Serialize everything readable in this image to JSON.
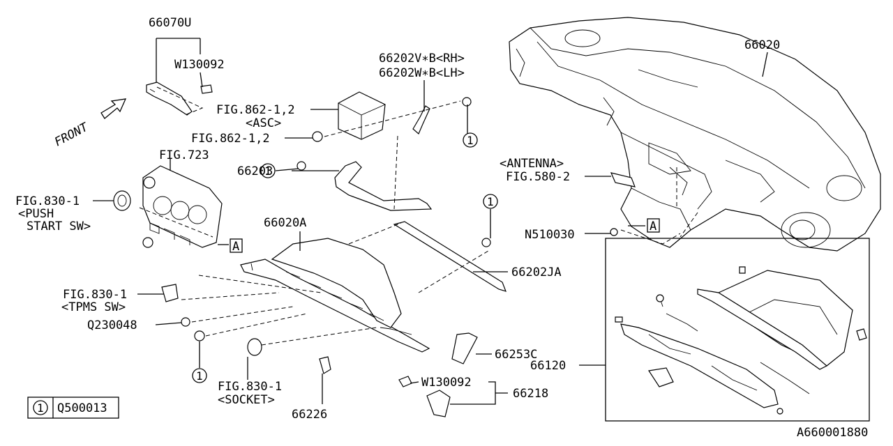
{
  "figure_id": "A660001880",
  "front_label": "FRONT",
  "legend": {
    "symbol": "1",
    "part": "Q500013"
  },
  "callouts": {
    "p66070U": "66070U",
    "w130092_top": "W130092",
    "fig862_asc_a": "FIG.862-1,2",
    "fig862_asc_b": "<ASC>",
    "fig862_bolt": "FIG.862-1,2",
    "p66202v": "66202V∗B<RH>",
    "p66202w": "66202W∗B<LH>",
    "p66020": "66020",
    "fig723": "FIG.723",
    "fig830_push_a": "FIG.830-1",
    "fig830_push_b": "<PUSH",
    "fig830_push_c": "START SW>",
    "p66203": "66203",
    "antenna_a": "<ANTENNA>",
    "antenna_b": "FIG.580-2",
    "p66020A": "66020A",
    "n510030": "N510030",
    "p66202JA": "66202JA",
    "fig830_tpms_a": "FIG.830-1",
    "fig830_tpms_b": "<TPMS SW>",
    "q230048": "Q230048",
    "p66253C": "66253C",
    "p66120": "66120",
    "fig830_socket_a": "FIG.830-1",
    "fig830_socket_b": "<SOCKET>",
    "w130092_bottom": "W130092",
    "p66218": "66218",
    "p66226": "66226",
    "ref_a": "A",
    "circle_1": "1"
  }
}
